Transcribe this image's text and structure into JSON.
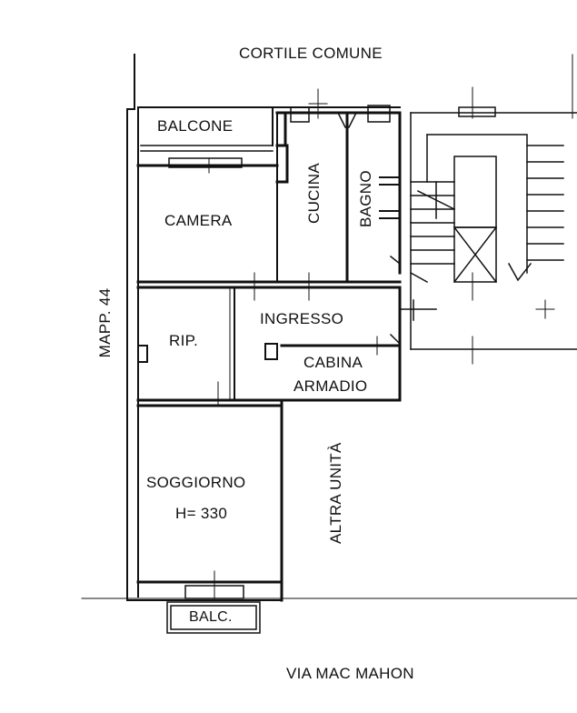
{
  "plan": {
    "street_top": "CORTILE COMUNE",
    "street_bottom": "VIA MAC MAHON",
    "left_side": "MAPP. 44",
    "right_side": "ALTRA UNITÀ",
    "rooms": {
      "balcone": "BALCONE",
      "camera": "CAMERA",
      "cucina": "CUCINA",
      "bagno": "BAGNO",
      "rip": "RIP.",
      "ingresso": "INGRESSO",
      "cabina_line1": "CABINA",
      "cabina_line2": "ARMADIO",
      "soggiorno": "SOGGIORNO",
      "height_note": "H= 330",
      "balc": "BALC."
    }
  }
}
